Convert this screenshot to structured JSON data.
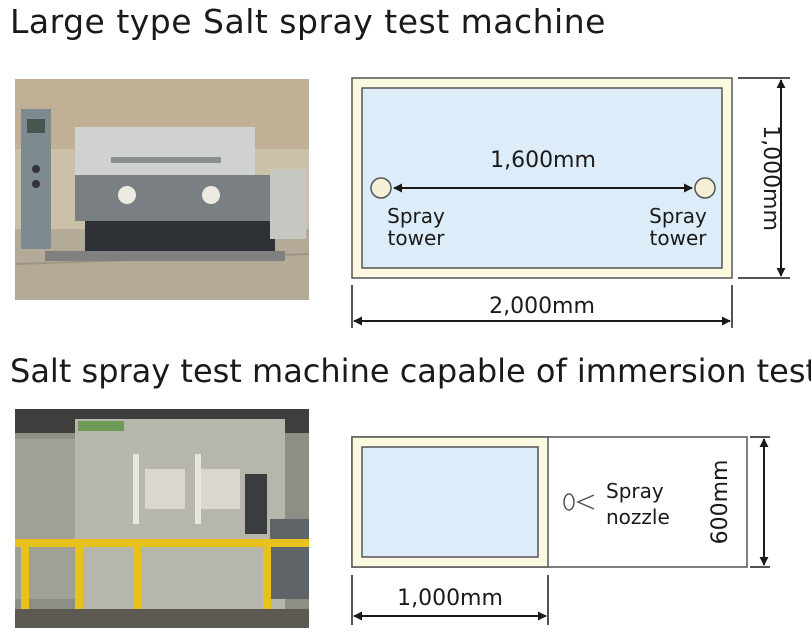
{
  "section_large": {
    "title": "Large type Salt spray test machine",
    "spacing_dim": "1,600mm",
    "left_tower": [
      "Spray",
      "tower"
    ],
    "right_tower": [
      "Spray",
      "tower"
    ],
    "width_dim": "2,000mm",
    "height_dim": "1,000mm"
  },
  "section_immersion": {
    "title": "Salt spray test machine capable of immersion test",
    "nozzle_label": [
      "Spray",
      "nozzle"
    ],
    "width_dim": "1,000mm",
    "height_dim": "600mm"
  },
  "colors": {
    "outer_frame": "#fbf9df",
    "inner_chamber": "#dcecf8",
    "frame_stroke": "#555555",
    "tower": "#f4f0d6"
  }
}
